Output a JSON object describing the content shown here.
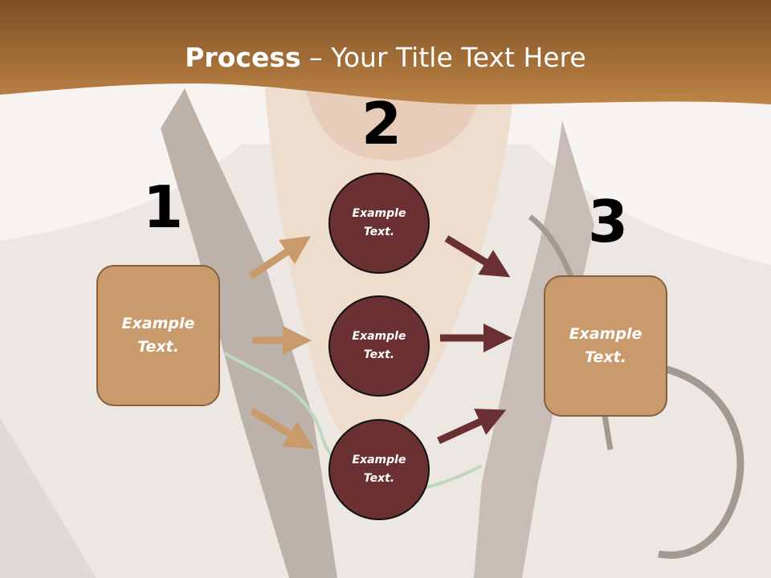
{
  "title": {
    "bold": "Process",
    "rest": " – Your Title Text Here"
  },
  "steps": [
    {
      "number": "1"
    },
    {
      "number": "2"
    },
    {
      "number": "3"
    }
  ],
  "boxes": [
    {
      "line1": "Example",
      "line2": "Text."
    },
    {
      "line1": "Example",
      "line2": "Text."
    }
  ],
  "circles": [
    {
      "line1": "Example",
      "line2": "Text."
    },
    {
      "line1": "Example",
      "line2": "Text."
    },
    {
      "line1": "Example",
      "line2": "Text."
    }
  ],
  "colors": {
    "header": "#a86b35",
    "box_fill": "#c99a6c",
    "circle_fill": "#6b3132",
    "arrow_light": "#c99a6c",
    "arrow_dark": "#6b3132"
  }
}
